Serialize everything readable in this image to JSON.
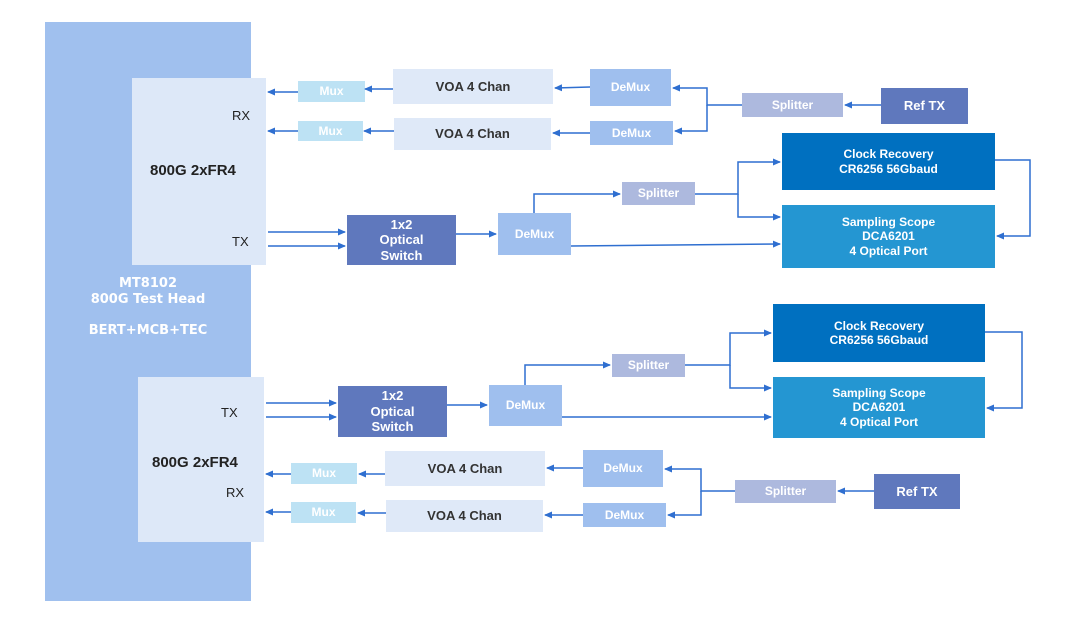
{
  "test_head": {
    "model": "MT8102",
    "name": "800G Test Head",
    "modules": "BERT+MCB+TEC"
  },
  "upper_section": {
    "dut": {
      "title": "800G 2xFR4",
      "rx_label": "RX",
      "tx_label": "TX"
    },
    "mux_labels": [
      "Mux",
      "Mux"
    ],
    "voa_labels": [
      "VOA  4 Chan",
      "VOA  4 Chan"
    ],
    "rx_demux_labels": [
      "DeMux",
      "DeMux"
    ],
    "rx_splitter": "Splitter",
    "ref_tx": "Ref TX",
    "optical_switch": [
      "1x2",
      "Optical",
      "Switch"
    ],
    "tx_demux": "DeMux",
    "tx_splitter": "Splitter",
    "clock_recovery": [
      "Clock Recovery",
      "CR6256  56Gbaud"
    ],
    "sampling_scope": [
      "Sampling Scope",
      "DCA6201",
      "4 Optical Port"
    ]
  },
  "lower_section": {
    "dut": {
      "title": "800G 2xFR4",
      "rx_label": "RX",
      "tx_label": "TX"
    },
    "mux_labels": [
      "Mux",
      "Mux"
    ],
    "voa_labels": [
      "VOA  4 Chan",
      "VOA  4 Chan"
    ],
    "rx_demux_labels": [
      "DeMux",
      "DeMux"
    ],
    "rx_splitter": "Splitter",
    "ref_tx": "Ref TX",
    "optical_switch": [
      "1x2",
      "Optical",
      "Switch"
    ],
    "tx_demux": "DeMux",
    "tx_splitter": "Splitter",
    "clock_recovery": [
      "Clock Recovery",
      "CR6256  56Gbaud"
    ],
    "sampling_scope": [
      "Sampling Scope",
      "DCA6201",
      "4 Optical Port"
    ]
  },
  "colors": {
    "wire": "#2f6fd0",
    "test_head": "#a0c0ee",
    "dut": "#dde8f8",
    "clock_recovery": "#0070c0",
    "sampling_scope": "#2496d2",
    "switch": "#5f78bd"
  }
}
